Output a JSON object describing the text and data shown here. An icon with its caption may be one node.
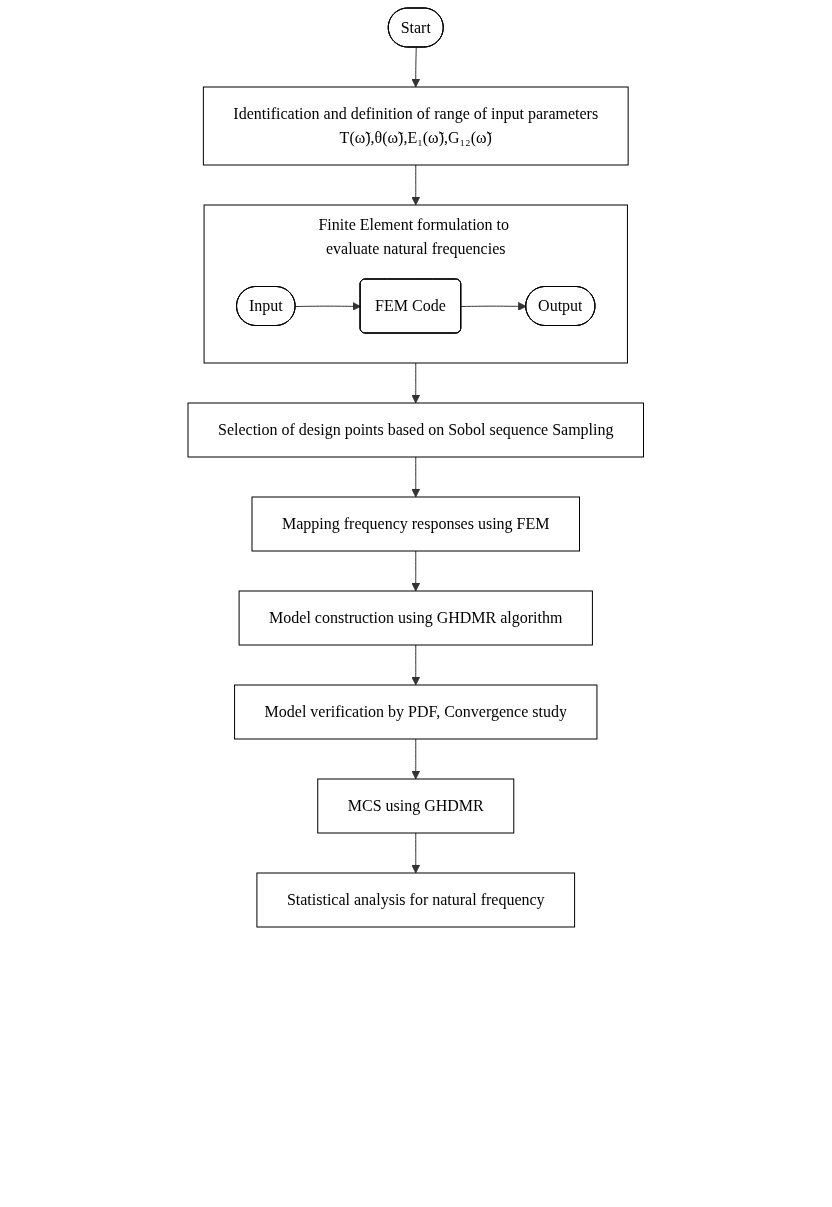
{
  "diagram": {
    "nodes": [
      {
        "text": [
          "Start"
        ]
      },
      {
        "text": [
          "Identification and definition of range of input parameters",
          "T(ω̃),θ(ω̃),E₁(ω̃),G₁₂(ω̃)"
        ]
      },
      {
        "text": [
          "Finite Element formulation to evaluate natural frequencies"
        ]
      },
      {
        "text": [
          "Input"
        ],
        "in": 2
      },
      {
        "text": [
          "FEM Code"
        ],
        "in": 2
      },
      {
        "text": [
          "Output"
        ],
        "in": 2
      },
      {
        "text": [
          "Selection of design points based on Sobol sequence Sampling"
        ]
      },
      {
        "text": [
          "Mapping frequency responses using FEM"
        ]
      },
      {
        "text": [
          "Model construction using GHDMR algorithm"
        ]
      },
      {
        "text": [
          "Model verification by PDF, Convergence study"
        ]
      },
      {
        "text": [
          "MCS using GHDMR"
        ]
      },
      {
        "text": [
          "Statistical analysis for natural frequency"
        ]
      }
    ],
    "edges": [
      {
        "from": 0,
        "to": 1,
        "arrow": "to"
      },
      {
        "from": 1,
        "to": 2,
        "arrow": "to"
      },
      {
        "from": 3,
        "to": 4,
        "arrow": "to"
      },
      {
        "from": 4,
        "to": 5,
        "arrow": "to"
      },
      {
        "from": 2,
        "to": 6,
        "arrow": "to"
      },
      {
        "from": 6,
        "to": 7,
        "arrow": "to"
      },
      {
        "from": 7,
        "to": 8,
        "arrow": "to"
      },
      {
        "from": 8,
        "to": 9,
        "arrow": "to"
      },
      {
        "from": 9,
        "to": 10,
        "arrow": "to"
      },
      {
        "from": 10,
        "to": 11,
        "arrow": "to"
      }
    ]
  }
}
